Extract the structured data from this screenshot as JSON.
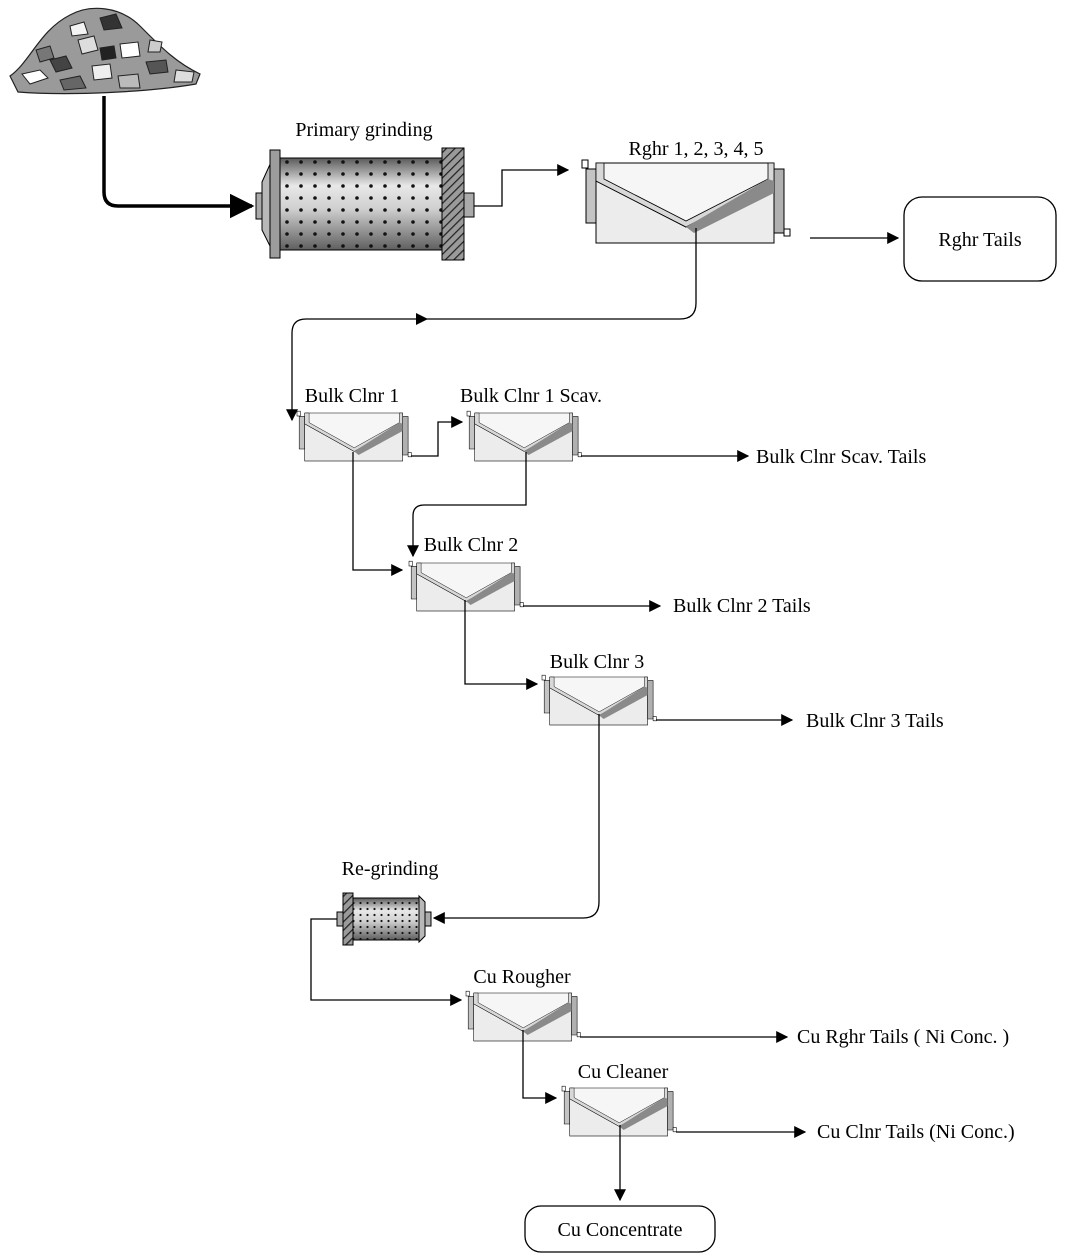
{
  "equipment": {
    "primary_mill": "Primary grinding",
    "rougher": "Rghr 1, 2, 3, 4, 5",
    "bulk_clnr_1": "Bulk Clnr 1",
    "bulk_clnr_1_scav": "Bulk Clnr 1 Scav.",
    "bulk_clnr_2": "Bulk Clnr 2",
    "bulk_clnr_3": "Bulk Clnr 3",
    "regrind_mill": "Re-grinding",
    "cu_rougher": "Cu Rougher",
    "cu_cleaner": "Cu Cleaner"
  },
  "streams": {
    "rghr_tails": "Rghr Tails",
    "bulk_clnr_scav_tails": "Bulk Clnr Scav. Tails",
    "bulk_clnr_2_tails": "Bulk Clnr 2 Tails",
    "bulk_clnr_3_tails": "Bulk Clnr 3 Tails",
    "cu_rghr_tails": "Cu Rghr Tails ( Ni Conc. )",
    "cu_clnr_tails": "Cu Clnr Tails (Ni Conc.)",
    "cu_concentrate": "Cu Concentrate"
  }
}
